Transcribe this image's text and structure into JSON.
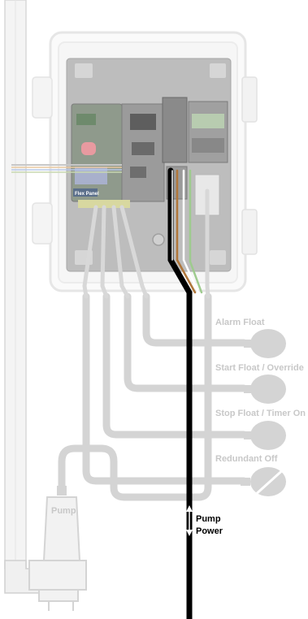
{
  "labels": {
    "alarm_float": "Alarm Float",
    "start_float": "Start Float / Override",
    "stop_float": "Stop Float / Timer On",
    "redundant_off": "Redundant Off",
    "pump": "Pump",
    "pump_power_line1": "Pump",
    "pump_power_line2": "Power",
    "panel_badge": "Flex Panel"
  },
  "colors": {
    "faded_line": "#d4d4d4",
    "float_label": "#c8c8c8",
    "power_cable": "#000000",
    "text_dark": "#000000"
  }
}
